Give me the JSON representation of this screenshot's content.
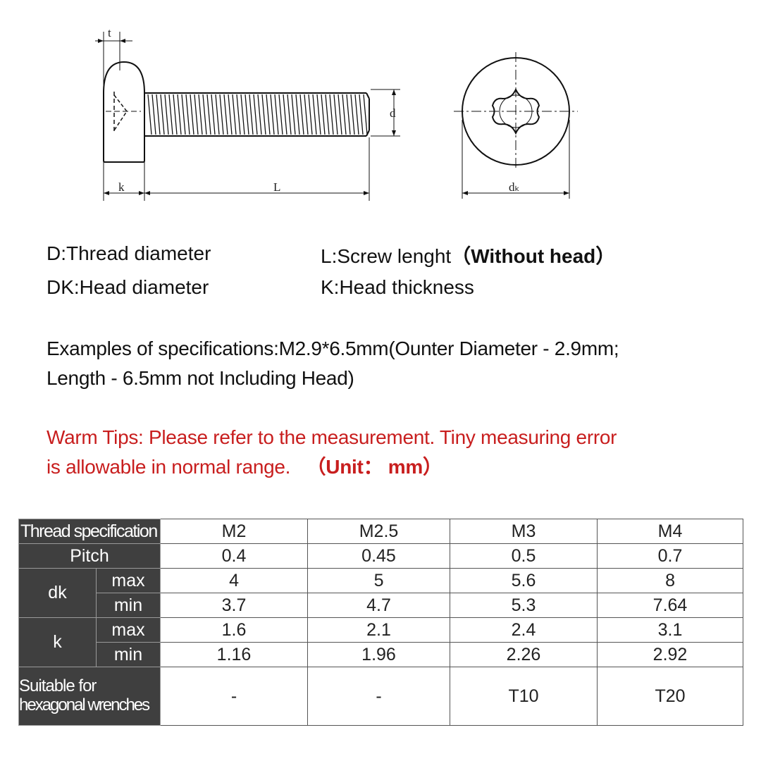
{
  "drawing": {
    "side_view": {
      "t_label": "t",
      "d_label": "d",
      "k_label": "k",
      "L_label": "L"
    },
    "top_view": {
      "dk_label": "dₖ"
    }
  },
  "legend": {
    "d": "D:Thread diameter",
    "dk": "DK:Head diameter",
    "l_prefix": "L:Screw lenght",
    "l_suffix": "（Without head）",
    "k": "K:Head thickness"
  },
  "example": {
    "line1": "Examples of specifications:M2.9*6.5mm(Ounter Diameter - 2.9mm;",
    "line2": "Length - 6.5mm not Including Head)"
  },
  "tips": {
    "line1": "Warm Tips: Please refer to the measurement. Tiny measuring error",
    "line2_prefix": "is allowable in normal range.",
    "unit": "（Unit： mm）"
  },
  "table": {
    "thread_spec_label": "Thread specification",
    "pitch_label": "Pitch",
    "dk_label": "dk",
    "k_label": "k",
    "max_label": "max",
    "min_label": "min",
    "suitable_line1": "Suitable for",
    "suitable_line2": "hexagonal wrenches",
    "columns": [
      {
        "spec": "M2",
        "pitch": "0.4",
        "dk_max": "4",
        "dk_min": "3.7",
        "k_max": "1.6",
        "k_min": "1.16",
        "wrench": "-"
      },
      {
        "spec": "M2.5",
        "pitch": "0.45",
        "dk_max": "5",
        "dk_min": "4.7",
        "k_max": "2.1",
        "k_min": "1.96",
        "wrench": "-"
      },
      {
        "spec": "M3",
        "pitch": "0.5",
        "dk_max": "5.6",
        "dk_min": "5.3",
        "k_max": "2.4",
        "k_min": "2.26",
        "wrench": "T10"
      },
      {
        "spec": "M4",
        "pitch": "0.7",
        "dk_max": "8",
        "dk_min": "7.64",
        "k_max": "3.1",
        "k_min": "2.92",
        "wrench": "T20"
      }
    ]
  }
}
